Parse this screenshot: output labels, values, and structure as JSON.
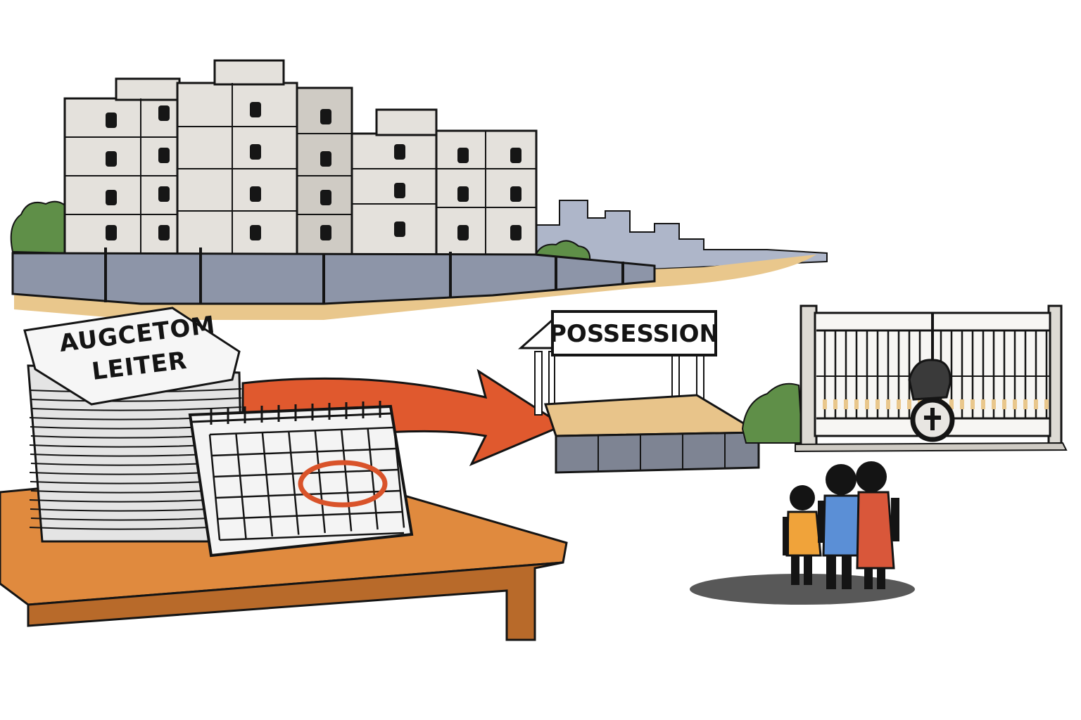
{
  "letter": {
    "line1": "AUGCETOM",
    "line2": "LEITER"
  },
  "sign": {
    "label": "POSSESSION"
  },
  "colors": {
    "ink": "#141414",
    "building": "#e4e1dc",
    "building_shade": "#cfcbc4",
    "window": "#161616",
    "fence": "#8d95a8",
    "sand": "#e9c78c",
    "desk": "#e08a3e",
    "desk_dark": "#b86a2a",
    "arrow": "#e0592e",
    "calendar_mark": "#d9532a",
    "platform_top": "#e8c48a",
    "platform_side": "#7e8493",
    "gate": "#dddad4",
    "tree": "#5f8f48",
    "skyline": "#aeb6c9",
    "child1": "#f0a33a",
    "child2": "#5b8fd6",
    "child3": "#d9573a"
  },
  "icons": {
    "padlock": "padlock-icon",
    "calendar": "calendar-icon",
    "arrow": "arrow-icon"
  }
}
